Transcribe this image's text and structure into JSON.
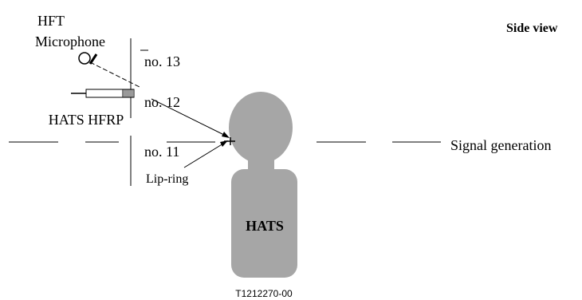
{
  "diagram": {
    "view_label": "Side view",
    "microphone_label_line1": "HFT",
    "microphone_label_line2": "Microphone",
    "hfrp_label": "HATS HFRP",
    "positions": [
      "no. 13",
      "no. 12",
      "no. 11"
    ],
    "lip_ring_label": "Lip-ring",
    "signal_label": "Signal generation",
    "hats_label": "HATS",
    "figure_id": "T1212270-00",
    "colors": {
      "hats_body": "#a6a6a6",
      "line": "#000000"
    }
  }
}
